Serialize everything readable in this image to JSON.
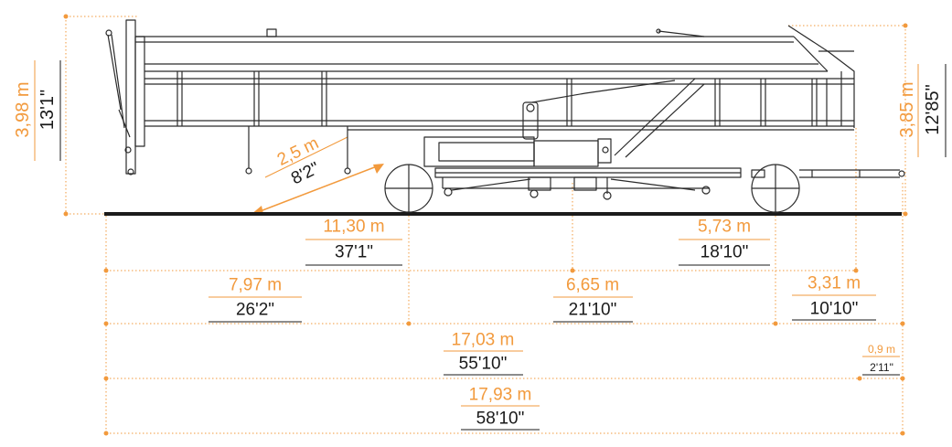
{
  "colors": {
    "accent": "#f29a3d",
    "ink": "#1a1a1a",
    "machine": "#2b2b2b",
    "ground": "#1b1b1b"
  },
  "dimensions": {
    "height_left": {
      "metric": "3,98 m",
      "imperial": "13'1\""
    },
    "height_right": {
      "metric": "3,85 m",
      "imperial": "12'85\""
    },
    "swing": {
      "metric": "2,5 m",
      "imperial": "8'2\""
    },
    "front_to_axle": {
      "metric": "11,30 m",
      "imperial": "37'1\""
    },
    "rear_overhang": {
      "metric": "5,73 m",
      "imperial": "18'10\""
    },
    "front_section": {
      "metric": "7,97 m",
      "imperial": "26'2\""
    },
    "wheelbase": {
      "metric": "6,65 m",
      "imperial": "21'10\""
    },
    "rear_section": {
      "metric": "3,31 m",
      "imperial": "10'10\""
    },
    "body_length": {
      "metric": "17,03 m",
      "imperial": "55'10\""
    },
    "drawbar": {
      "metric": "0,9 m",
      "imperial": "2'11\""
    },
    "total_length": {
      "metric": "17,93 m",
      "imperial": "58'10\""
    }
  }
}
